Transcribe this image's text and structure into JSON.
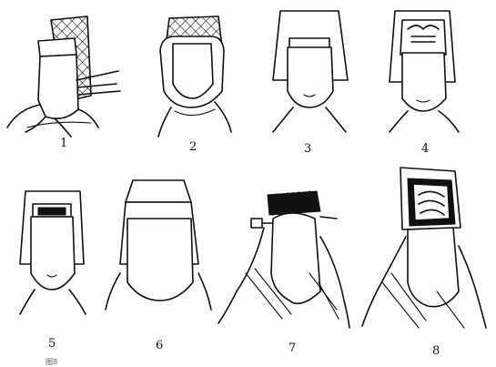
{
  "figures": [
    {
      "label": "1"
    },
    {
      "label": "2"
    },
    {
      "label": "3"
    },
    {
      "label": "4"
    },
    {
      "label": "5"
    },
    {
      "label": "6"
    },
    {
      "label": "7"
    },
    {
      "label": "8"
    }
  ],
  "caption": "图8"
}
